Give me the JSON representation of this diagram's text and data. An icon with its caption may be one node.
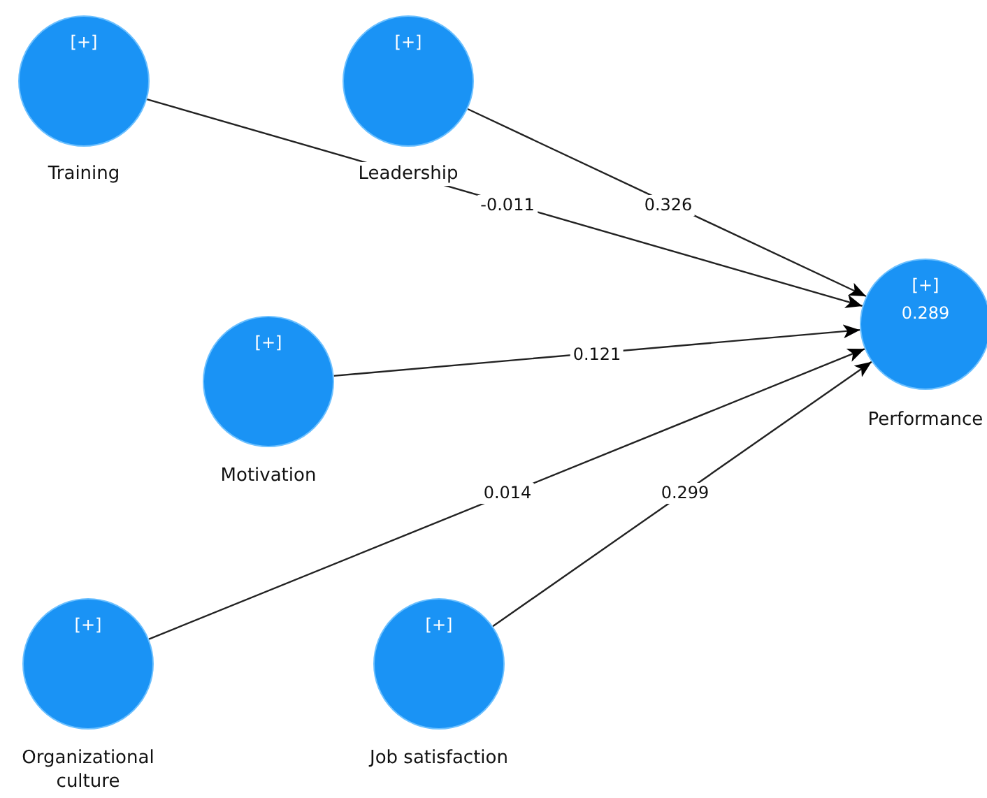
{
  "diagram": {
    "nodes": [
      {
        "text": [
          "[+]"
        ],
        "beside": [
          "Training"
        ]
      },
      {
        "text": [
          "[+]"
        ],
        "beside": [
          "Leadership"
        ]
      },
      {
        "text": [
          "[+]"
        ],
        "beside": [
          "Motivation"
        ]
      },
      {
        "text": [
          "[+]"
        ],
        "beside": [
          "Organizational culture"
        ]
      },
      {
        "text": [
          "[+]"
        ],
        "beside": [
          "Job satisfaction"
        ]
      },
      {
        "text": [
          "[+]",
          "0.289"
        ],
        "beside": [
          "Performance"
        ]
      }
    ],
    "edges": [
      {
        "from": 0,
        "to": 5,
        "arrow": "to",
        "label": "-0.011"
      },
      {
        "from": 1,
        "to": 5,
        "arrow": "to",
        "label": "0.326"
      },
      {
        "from": 2,
        "to": 5,
        "arrow": "to",
        "label": "0.121"
      },
      {
        "from": 3,
        "to": 5,
        "arrow": "to",
        "label": "0.014"
      },
      {
        "from": 4,
        "to": 5,
        "arrow": "to",
        "label": "0.299"
      }
    ]
  }
}
